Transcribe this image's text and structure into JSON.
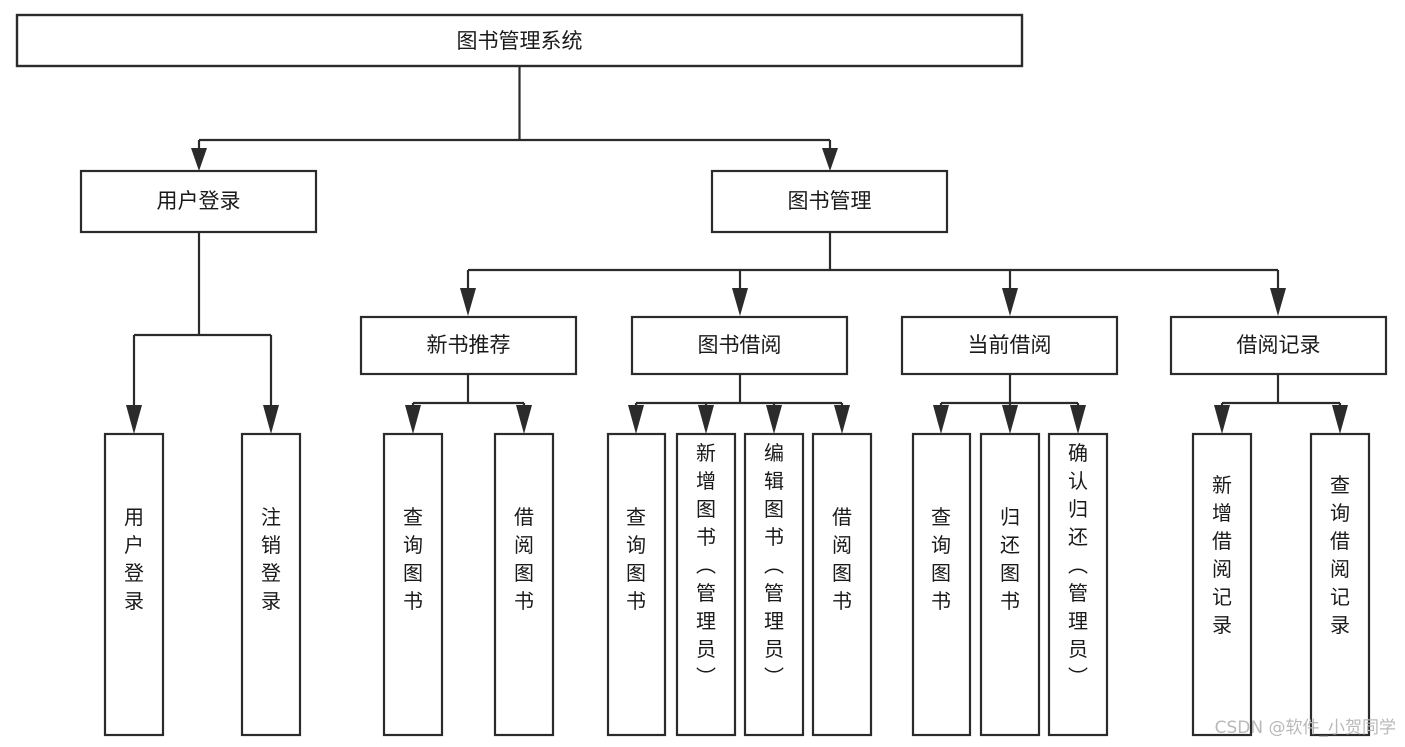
{
  "diagram": {
    "title": "图书管理系统",
    "type": "tree-structure-chart",
    "orientation": "top-down",
    "root": {
      "id": "root",
      "label": "图书管理系统",
      "text_direction": "horizontal"
    },
    "level2": [
      {
        "id": "user-login",
        "label": "用户登录",
        "text_direction": "horizontal"
      },
      {
        "id": "book-management",
        "label": "图书管理",
        "text_direction": "horizontal"
      }
    ],
    "level3": [
      {
        "id": "new-book-recommend",
        "label": "新书推荐",
        "parent": "book-management",
        "text_direction": "horizontal"
      },
      {
        "id": "book-borrow",
        "label": "图书借阅",
        "parent": "book-management",
        "text_direction": "horizontal"
      },
      {
        "id": "current-borrow",
        "label": "当前借阅",
        "parent": "book-management",
        "text_direction": "horizontal"
      },
      {
        "id": "borrow-record",
        "label": "借阅记录",
        "parent": "book-management",
        "text_direction": "horizontal"
      }
    ],
    "leaves": [
      {
        "id": "leaf-user-login",
        "label": "用户登录",
        "parent": "user-login",
        "text_direction": "vertical"
      },
      {
        "id": "leaf-logout-login",
        "label": "注销登录",
        "parent": "user-login",
        "text_direction": "vertical"
      },
      {
        "id": "leaf-query-book-1",
        "label": "查询图书",
        "parent": "new-book-recommend",
        "text_direction": "vertical"
      },
      {
        "id": "leaf-borrow-book-1",
        "label": "借阅图书",
        "parent": "new-book-recommend",
        "text_direction": "vertical"
      },
      {
        "id": "leaf-query-book-2",
        "label": "查询图书",
        "parent": "book-borrow",
        "text_direction": "vertical"
      },
      {
        "id": "leaf-add-book-admin",
        "label": "新增图书（管理员）",
        "parent": "book-borrow",
        "text_direction": "vertical"
      },
      {
        "id": "leaf-edit-book-admin",
        "label": "编辑图书（管理员）",
        "parent": "book-borrow",
        "text_direction": "vertical"
      },
      {
        "id": "leaf-borrow-book-2",
        "label": "借阅图书",
        "parent": "book-borrow",
        "text_direction": "vertical"
      },
      {
        "id": "leaf-query-book-3",
        "label": "查询图书",
        "parent": "current-borrow",
        "text_direction": "vertical"
      },
      {
        "id": "leaf-return-book",
        "label": "归还图书",
        "parent": "current-borrow",
        "text_direction": "vertical"
      },
      {
        "id": "leaf-confirm-return-admin",
        "label": "确认归还（管理员）",
        "parent": "current-borrow",
        "text_direction": "vertical"
      },
      {
        "id": "leaf-add-borrow-record",
        "label": "新增借阅记录",
        "parent": "borrow-record",
        "text_direction": "vertical"
      },
      {
        "id": "leaf-query-borrow-record",
        "label": "查询借阅记录",
        "parent": "borrow-record",
        "text_direction": "vertical"
      }
    ],
    "colors": {
      "box_stroke": "#2b2b2b",
      "box_fill": "#ffffff",
      "text": "#1a1a1a",
      "background": "#ffffff",
      "watermark": "#b9b9b9"
    }
  },
  "watermark": {
    "text": "CSDN @软件_小贺同学"
  }
}
